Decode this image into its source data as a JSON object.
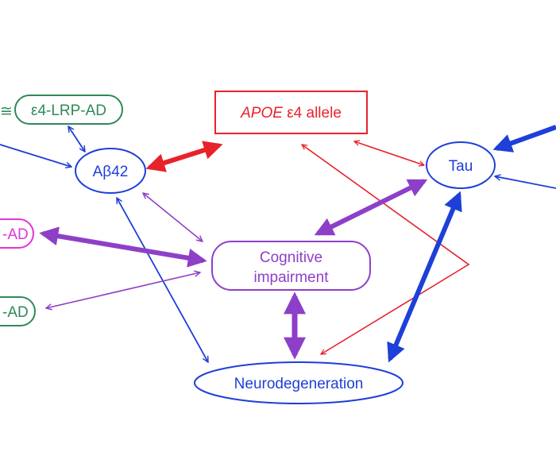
{
  "nodes": {
    "apoe": {
      "text_italic": "APOE",
      "text_rest": " ε4 allele",
      "color": "#e8222a"
    },
    "lrp_ad": {
      "text": "ε4-LRP-AD",
      "prefix": "≅",
      "color": "#2f8a57"
    },
    "ab42": {
      "text": "Aβ42",
      "color": "#1e3fd8"
    },
    "tau": {
      "text": "Tau",
      "color": "#1e3fd8"
    },
    "cognitive": {
      "line1": "Cognitive",
      "line2": "impairment",
      "color": "#8e3fc8"
    },
    "neuro": {
      "text": "Neurodegeneration",
      "color": "#1e3fd8"
    },
    "left_magenta": {
      "text": "-AD",
      "color": "#e235d8"
    },
    "left_green": {
      "text": "-AD",
      "color": "#2f8a57"
    }
  },
  "colors": {
    "red": "#e8222a",
    "blue": "#1e3fd8",
    "purple": "#8e3fc8",
    "green": "#2f8a57",
    "magenta": "#e235d8"
  }
}
